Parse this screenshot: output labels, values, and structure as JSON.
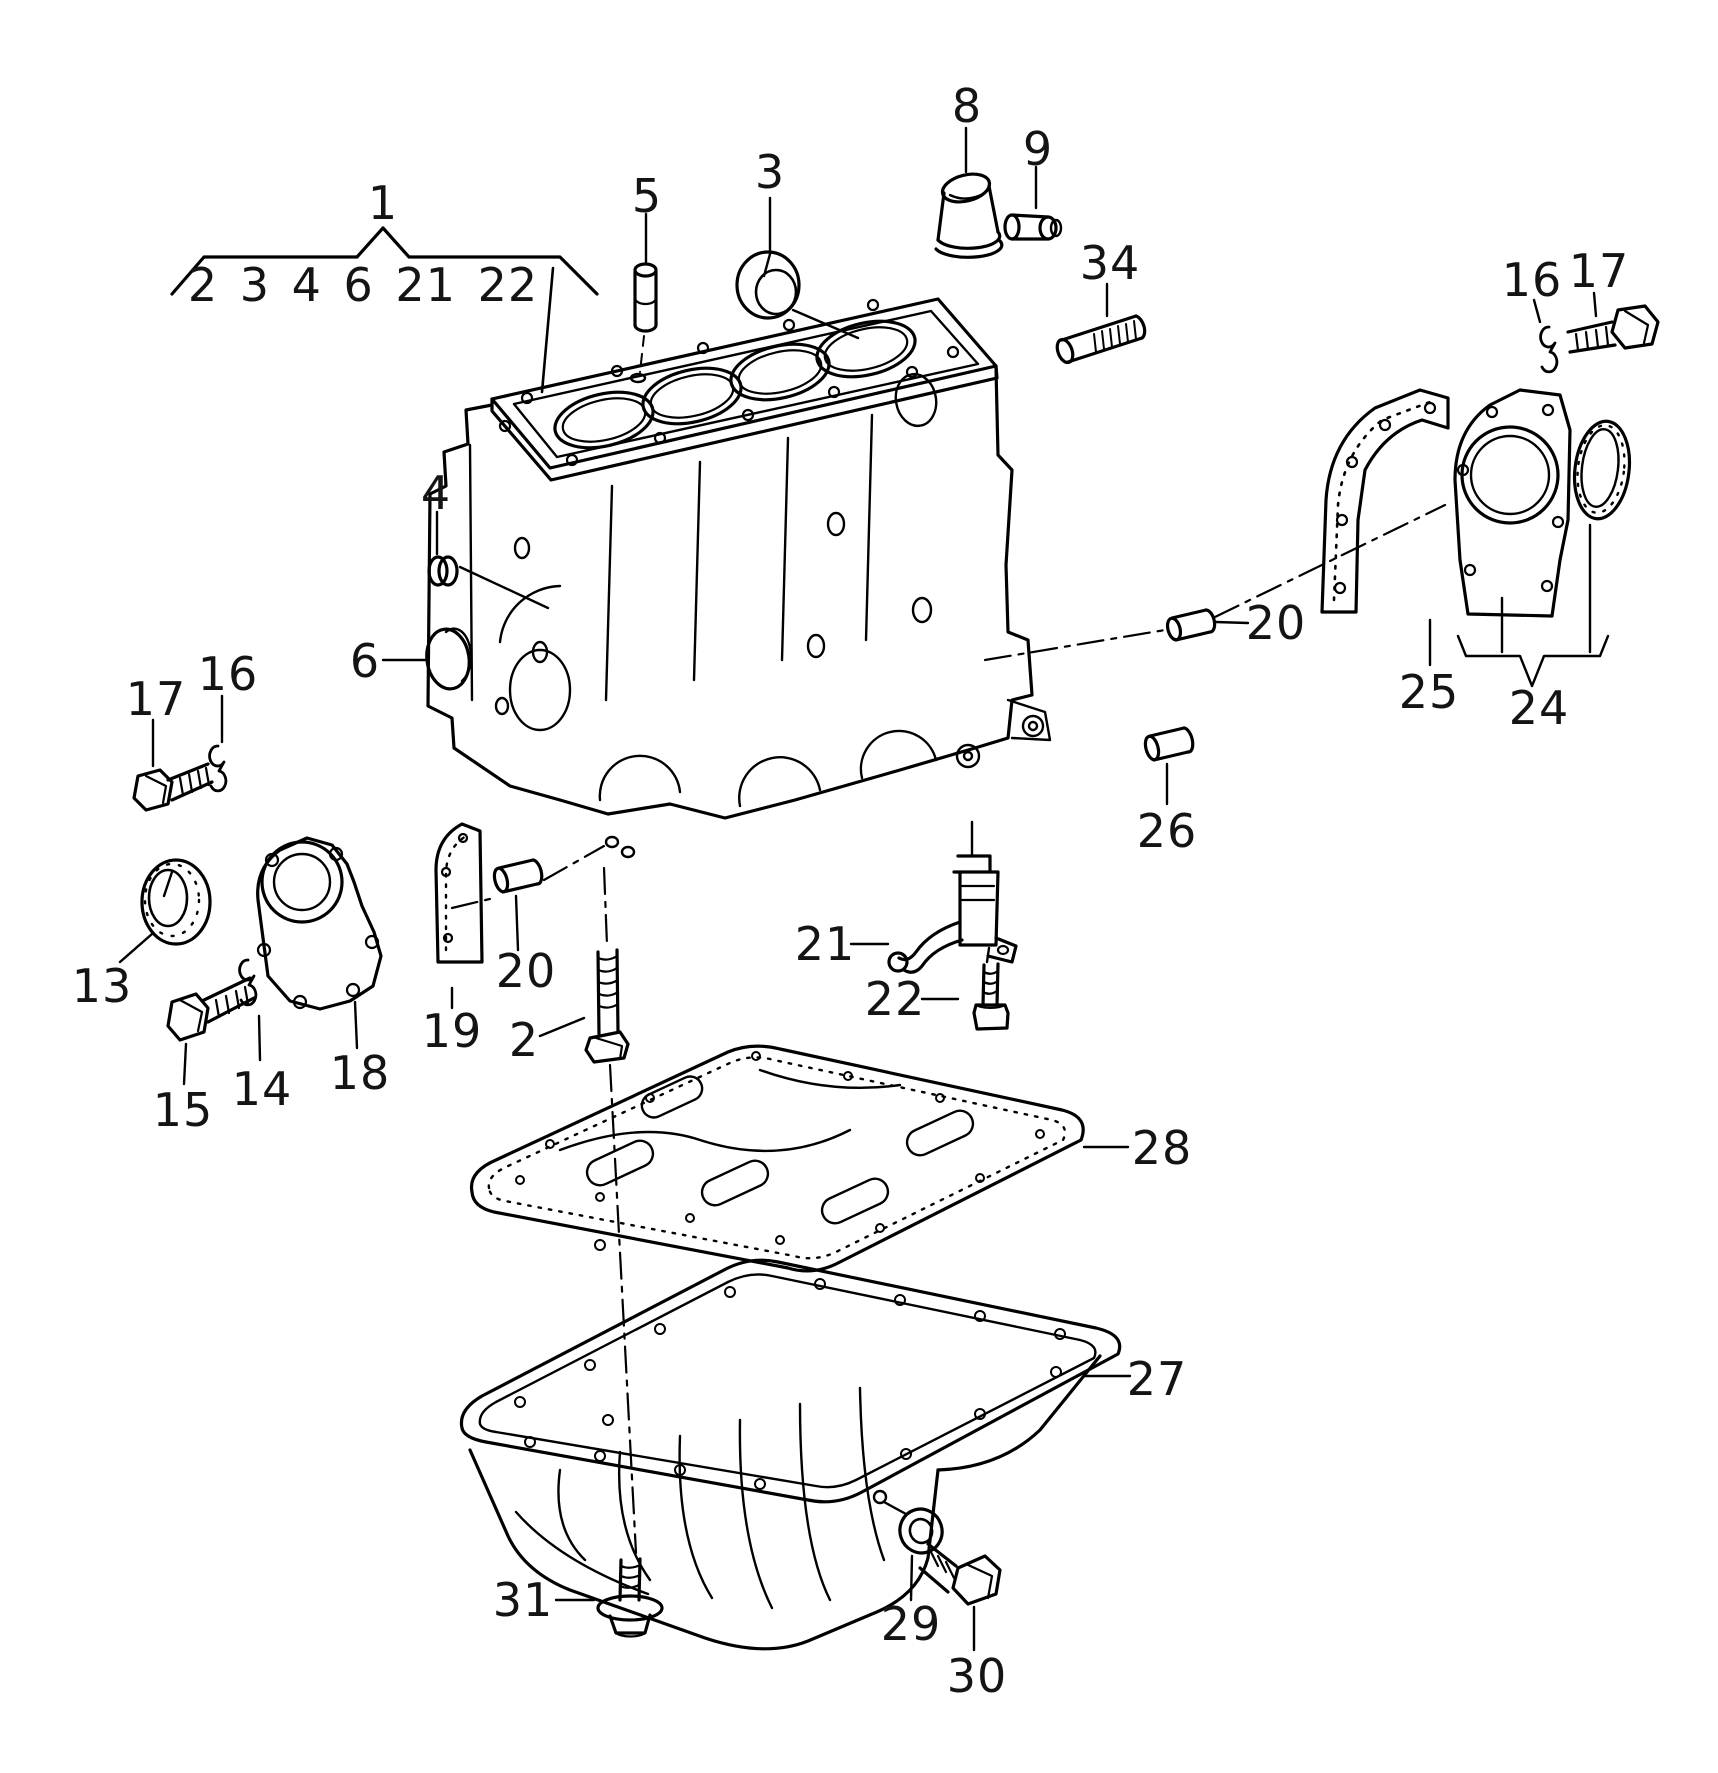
{
  "colors": {
    "background": "#ffffff",
    "ink": "#000000"
  },
  "callouts": [
    {
      "id": "bracket-1",
      "label": "1"
    },
    {
      "id": "bracket-items",
      "label": "2 3 4 6 21 22"
    },
    {
      "id": "stud-5",
      "label": "5"
    },
    {
      "id": "plug-3",
      "label": "3"
    },
    {
      "id": "fitting-8",
      "label": "8"
    },
    {
      "id": "plug-9",
      "label": "9"
    },
    {
      "id": "stud-34",
      "label": "34"
    },
    {
      "id": "clip-16-right",
      "label": "16"
    },
    {
      "id": "bolt-17-right",
      "label": "17"
    },
    {
      "id": "dowel-20-right",
      "label": "20"
    },
    {
      "id": "gasket-25",
      "label": "25"
    },
    {
      "id": "flange-24",
      "label": "24"
    },
    {
      "id": "sleeve-26",
      "label": "26"
    },
    {
      "id": "cap-4",
      "label": "4"
    },
    {
      "id": "cap-6",
      "label": "6"
    },
    {
      "id": "bolt-17-left",
      "label": "17"
    },
    {
      "id": "clip-16-left",
      "label": "16"
    },
    {
      "id": "seal-13",
      "label": "13"
    },
    {
      "id": "bolt-15",
      "label": "15"
    },
    {
      "id": "clip-14",
      "label": "14"
    },
    {
      "id": "flange-18",
      "label": "18"
    },
    {
      "id": "gasket-19",
      "label": "19"
    },
    {
      "id": "dowel-20-front",
      "label": "20"
    },
    {
      "id": "bolt-2",
      "label": "2"
    },
    {
      "id": "nozzle-21",
      "label": "21"
    },
    {
      "id": "bolt-22",
      "label": "22"
    },
    {
      "id": "baffle-28",
      "label": "28"
    },
    {
      "id": "oil-pan-27",
      "label": "27"
    },
    {
      "id": "plug-31",
      "label": "31"
    },
    {
      "id": "washer-29",
      "label": "29"
    },
    {
      "id": "bolt-30",
      "label": "30"
    }
  ]
}
